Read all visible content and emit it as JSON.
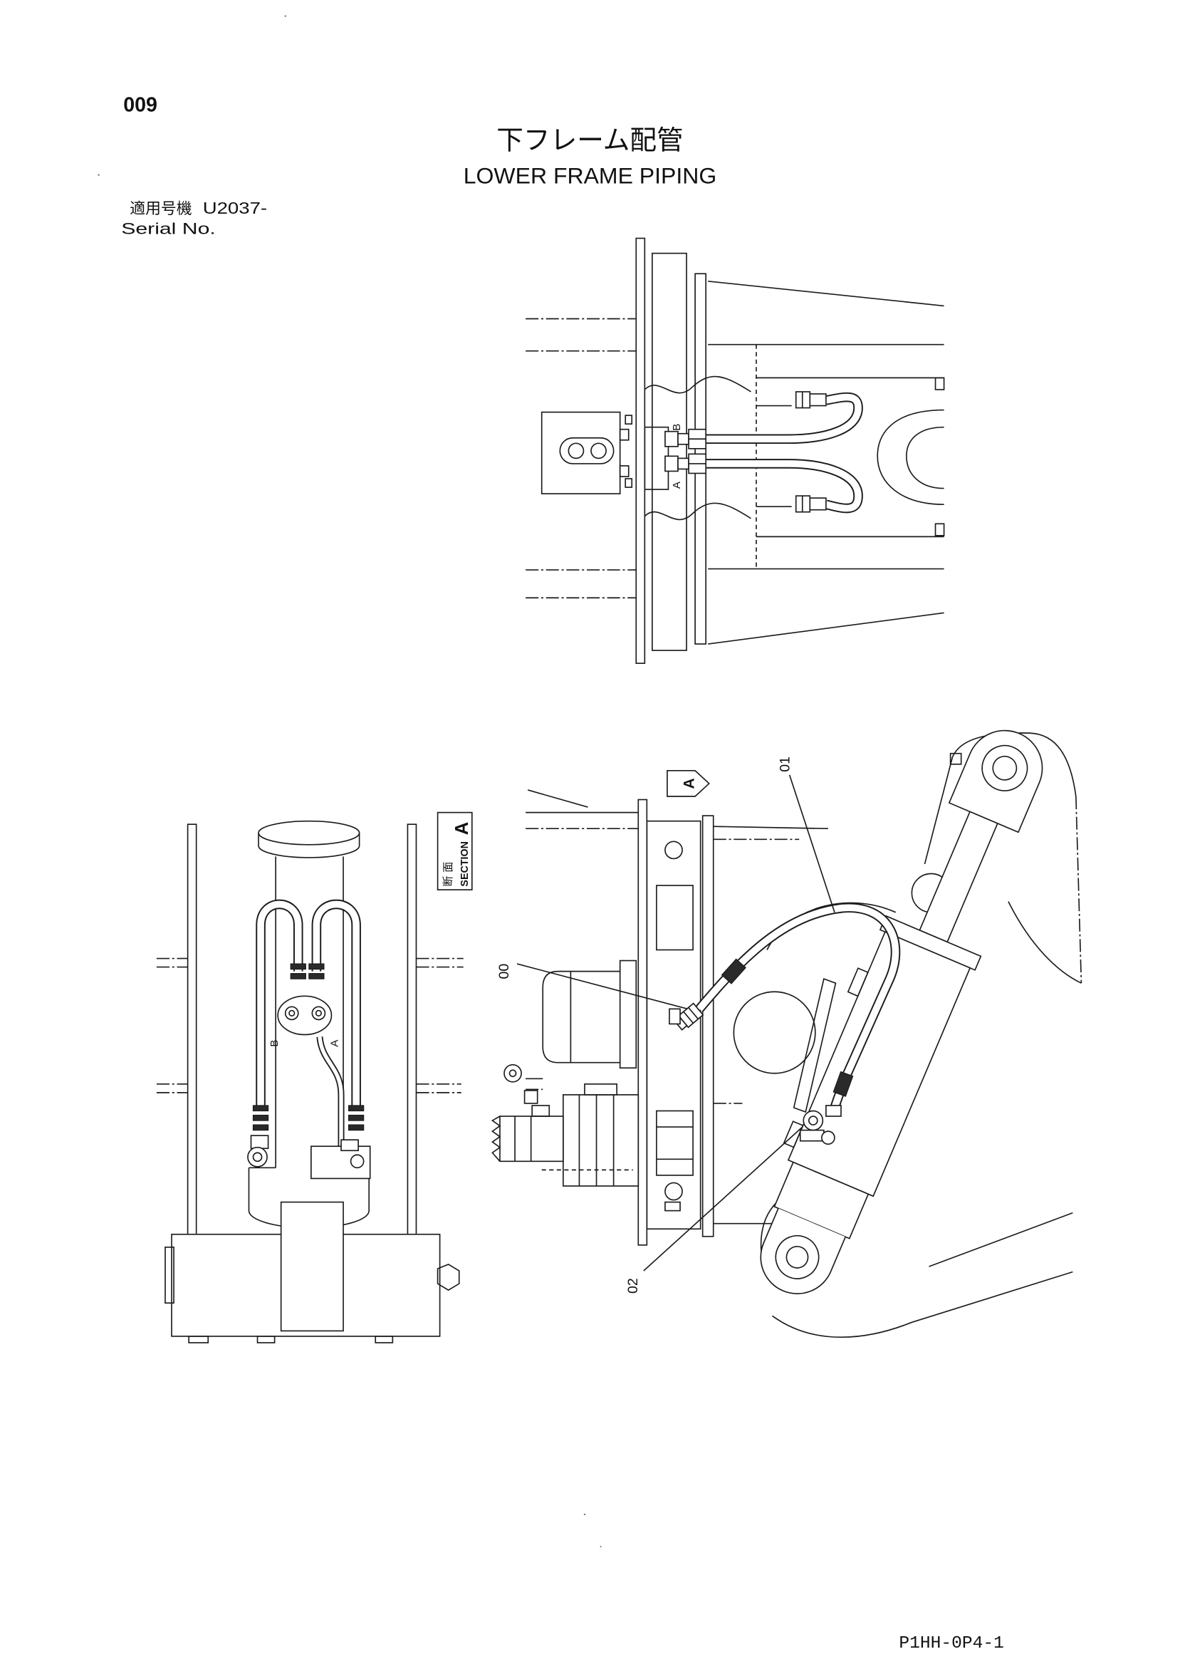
{
  "header": {
    "page_number": "009",
    "title_jp": "下フレーム配管",
    "title_en": "LOWER FRAME PIPING",
    "serial_label_jp": "適用号機",
    "serial_value": "U2037-",
    "serial_label_en": "Serial No."
  },
  "top_view": {
    "port_b": "B",
    "port_a": "A"
  },
  "section_view": {
    "label_jp": "断 面",
    "label_en": "SECTION",
    "label_letter": "A",
    "port_b": "B",
    "port_a": "A"
  },
  "side_view": {
    "view_arrow": "A",
    "callouts": [
      "01",
      "00",
      "02"
    ]
  },
  "footer": {
    "drawing_code": "P1HH-0P4-1"
  }
}
